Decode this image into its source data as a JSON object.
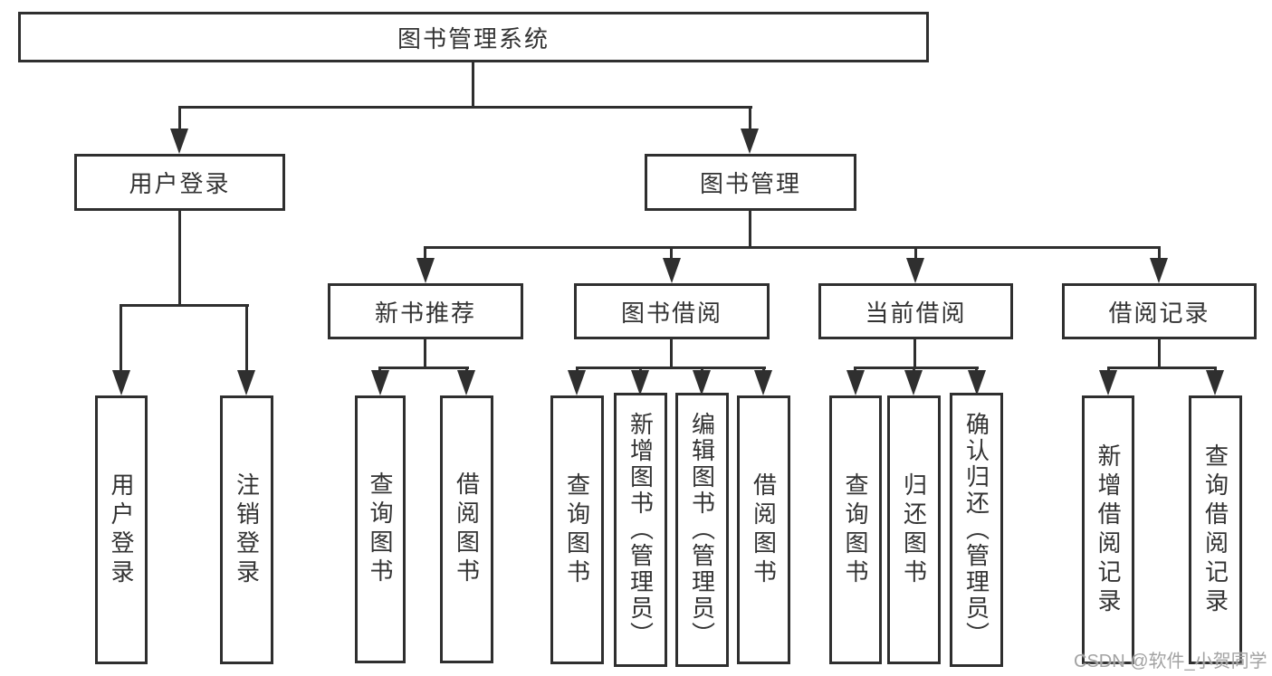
{
  "diagram": {
    "type": "hierarchy-tree",
    "title": "图书管理系统",
    "nodes": {
      "root": "图书管理系统",
      "user_login": "用户登录",
      "book_mgmt": "图书管理",
      "new_book_rec": "新书推荐",
      "book_borrow": "图书借阅",
      "current_borrow": "当前借阅",
      "borrow_record": "借阅记录",
      "leaf_user_login": "用户登录",
      "leaf_logout": "注销登录",
      "leaf_query_book_a": "查询图书",
      "leaf_borrow_book_a": "借阅图书",
      "leaf_query_book_b": "查询图书",
      "leaf_add_book": "新增图书（管理员）",
      "leaf_edit_book": "编辑图书（管理员）",
      "leaf_borrow_book_b": "借阅图书",
      "leaf_query_book_c": "查询图书",
      "leaf_return_book": "归还图书",
      "leaf_confirm_return": "确认归还（管理员）",
      "leaf_add_record": "新增借阅记录",
      "leaf_query_record": "查询借阅记录"
    }
  },
  "watermark": {
    "text": "CSDN @软件_小贺同学",
    "color": "#a3a3a3"
  },
  "colors": {
    "line": "#2f2f2f",
    "text": "#333333",
    "background": "#ffffff"
  }
}
